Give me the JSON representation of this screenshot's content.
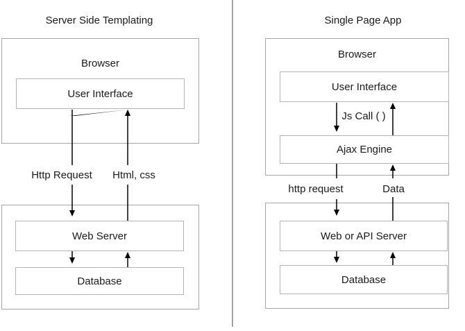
{
  "colors": {
    "border": "#a6a6a6",
    "inner_border": "#b4b4b4",
    "divider": "#a3a3a3",
    "text": "#1a1a1a",
    "arrow": "#000000",
    "background": "#ffffff"
  },
  "left": {
    "title": "Server Side Templating",
    "browser": "Browser",
    "user_interface": "User Interface",
    "request_label": "Http Request",
    "response_label": "Html, css",
    "web_server": "Web Server",
    "database": "Database"
  },
  "right": {
    "title": "Single Page App",
    "browser": "Browser",
    "user_interface": "User Interface",
    "js_call_label": "Js Call ( )",
    "ajax_engine": "Ajax Engine",
    "request_label": "http request",
    "response_label": "Data",
    "web_server": "Web or API Server",
    "database": "Database"
  }
}
